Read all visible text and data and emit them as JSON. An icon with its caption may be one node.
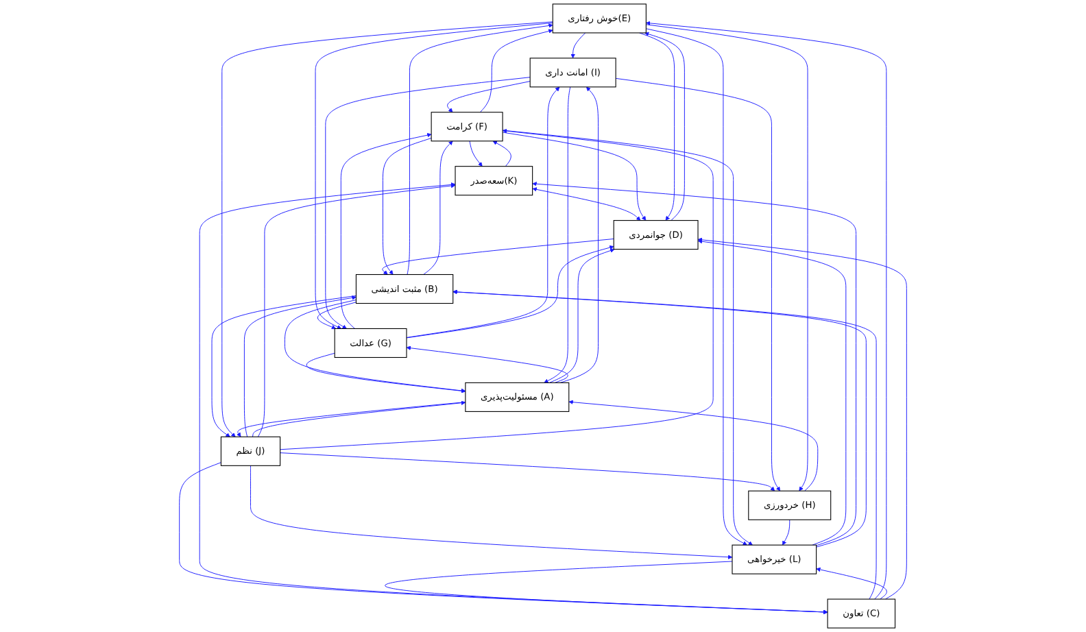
{
  "diagram": {
    "nodes": [
      {
        "text": [
          "خوش رفتاری(E)"
        ]
      },
      {
        "text": [
          "امانت داری (I)"
        ]
      },
      {
        "text": [
          "مثبت اندیشی (B)"
        ]
      },
      {
        "text": [
          "عدالت (G)"
        ]
      },
      {
        "text": [
          "کرامت (F)"
        ]
      },
      {
        "text": [
          "خردورزی (H)"
        ]
      },
      {
        "text": [
          "نظم (J)"
        ]
      },
      {
        "text": [
          "خیرخواهی (L)"
        ]
      },
      {
        "text": [
          "تعاون (C)"
        ]
      },
      {
        "text": [
          "سعه‌صدر(K)"
        ]
      },
      {
        "text": [
          "جوانمردی (D)"
        ]
      },
      {
        "text": [
          "مسئولیت‌پذیری (A)"
        ]
      }
    ],
    "edges": [
      {
        "from": 0,
        "to": 1,
        "arrow": "to"
      },
      {
        "from": 1,
        "to": 4,
        "arrow": "to"
      },
      {
        "from": 2,
        "to": 0,
        "arrow": "to"
      },
      {
        "from": 2,
        "to": 3,
        "arrow": "to"
      },
      {
        "from": 2,
        "to": 6,
        "arrow": "to"
      },
      {
        "from": 6,
        "to": 2,
        "arrow": "to"
      },
      {
        "from": 0,
        "to": 3,
        "arrow": "to"
      },
      {
        "from": 0,
        "to": 6,
        "arrow": "to"
      },
      {
        "from": 6,
        "to": 11,
        "arrow": "to"
      },
      {
        "from": 11,
        "to": 6,
        "arrow": "to"
      },
      {
        "from": 4,
        "to": 9,
        "arrow": "to"
      },
      {
        "from": 9,
        "to": 4,
        "arrow": "to"
      },
      {
        "from": 9,
        "to": 10,
        "arrow": "both"
      },
      {
        "from": 4,
        "to": 10,
        "arrow": "to"
      },
      {
        "from": 7,
        "to": 10,
        "arrow": "to"
      },
      {
        "from": 7,
        "to": 9,
        "arrow": "to"
      },
      {
        "from": 8,
        "to": 9,
        "arrow": "to"
      },
      {
        "from": 11,
        "to": 10,
        "arrow": "to"
      },
      {
        "from": 3,
        "to": 11,
        "arrow": "to"
      },
      {
        "from": 2,
        "to": 11,
        "arrow": "to"
      },
      {
        "from": 8,
        "to": 2,
        "arrow": "to"
      },
      {
        "from": 10,
        "to": 2,
        "arrow": "to"
      },
      {
        "from": 7,
        "to": 2,
        "arrow": "to"
      },
      {
        "from": 6,
        "to": 7,
        "arrow": "to"
      },
      {
        "from": 6,
        "to": 8,
        "arrow": "to"
      },
      {
        "from": 6,
        "to": 9,
        "arrow": "to"
      },
      {
        "from": 6,
        "to": 4,
        "arrow": "to"
      },
      {
        "from": 6,
        "to": 5,
        "arrow": "to"
      },
      {
        "from": 5,
        "to": 11,
        "arrow": "to"
      },
      {
        "from": 1,
        "to": 5,
        "arrow": "to"
      },
      {
        "from": 1,
        "to": 11,
        "arrow": "to"
      },
      {
        "from": 1,
        "to": 3,
        "arrow": "to"
      },
      {
        "from": 0,
        "to": 5,
        "arrow": "to"
      },
      {
        "from": 0,
        "to": 7,
        "arrow": "to"
      },
      {
        "from": 0,
        "to": 10,
        "arrow": "to"
      },
      {
        "from": 8,
        "to": 0,
        "arrow": "to"
      },
      {
        "from": 4,
        "to": 0,
        "arrow": "to"
      },
      {
        "from": 4,
        "to": 2,
        "arrow": "to"
      },
      {
        "from": 3,
        "to": 4,
        "arrow": "to"
      },
      {
        "from": 3,
        "to": 1,
        "arrow": "to"
      },
      {
        "from": 7,
        "to": 8,
        "arrow": "to"
      },
      {
        "from": 8,
        "to": 7,
        "arrow": "to"
      },
      {
        "from": 4,
        "to": 7,
        "arrow": "to"
      },
      {
        "from": 10,
        "to": 0,
        "arrow": "to"
      },
      {
        "from": 11,
        "to": 3,
        "arrow": "to"
      },
      {
        "from": 5,
        "to": 7,
        "arrow": "to"
      },
      {
        "from": 2,
        "to": 4,
        "arrow": "to"
      },
      {
        "from": 11,
        "to": 1,
        "arrow": "to"
      },
      {
        "from": 8,
        "to": 10,
        "arrow": "to"
      },
      {
        "from": 3,
        "to": 10,
        "arrow": "to"
      }
    ]
  }
}
